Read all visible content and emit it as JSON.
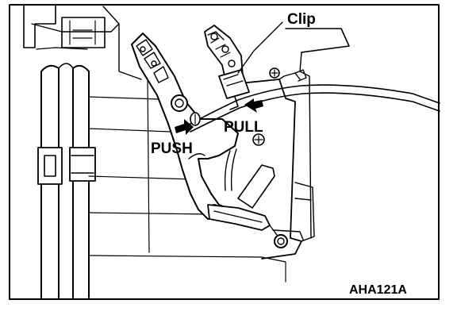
{
  "diagram": {
    "labels": {
      "clip": "Clip",
      "pull": "PULL",
      "push": "PUSH",
      "figure_code": "AHA121A"
    }
  }
}
